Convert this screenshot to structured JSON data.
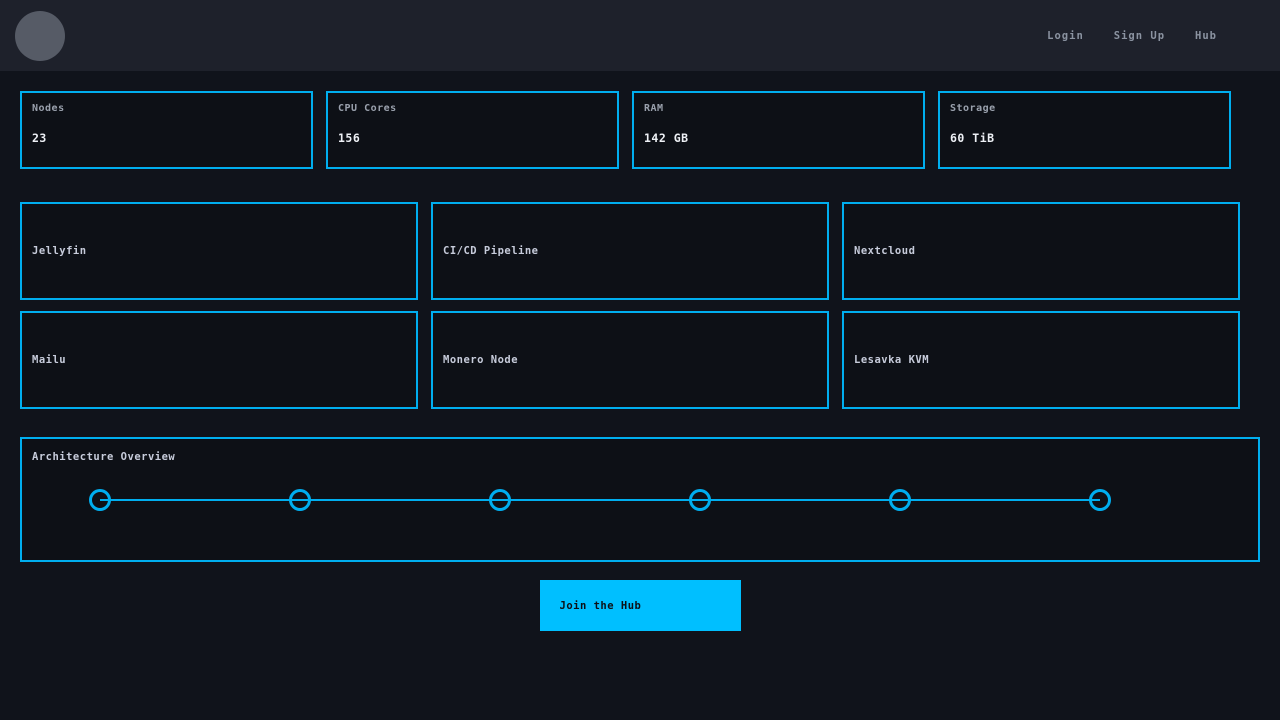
{
  "navbar": {
    "links": [
      {
        "label": "Login"
      },
      {
        "label": "Sign Up"
      },
      {
        "label": "Hub"
      }
    ]
  },
  "stats": {
    "items": [
      {
        "label": "Nodes",
        "value": "23"
      },
      {
        "label": "CPU Cores",
        "value": "156"
      },
      {
        "label": "RAM",
        "value": "142 GB"
      },
      {
        "label": "Storage",
        "value": "60 TiB"
      }
    ]
  },
  "services": {
    "items": [
      {
        "name": "Jellyfin"
      },
      {
        "name": "CI/CD Pipeline"
      },
      {
        "name": "Nextcloud"
      },
      {
        "name": "Mailu"
      },
      {
        "name": "Monero Node"
      },
      {
        "name": "Lesavka KVM"
      }
    ]
  },
  "architecture": {
    "title": "Architecture Overview",
    "node_count": 6
  },
  "cta": {
    "label": "Join the Hub"
  },
  "colors": {
    "accent": "#00aeef",
    "button": "#00bfff",
    "page_background": "#10131b",
    "navbar_background": "#1e212b",
    "card_background": "#0d1016"
  }
}
